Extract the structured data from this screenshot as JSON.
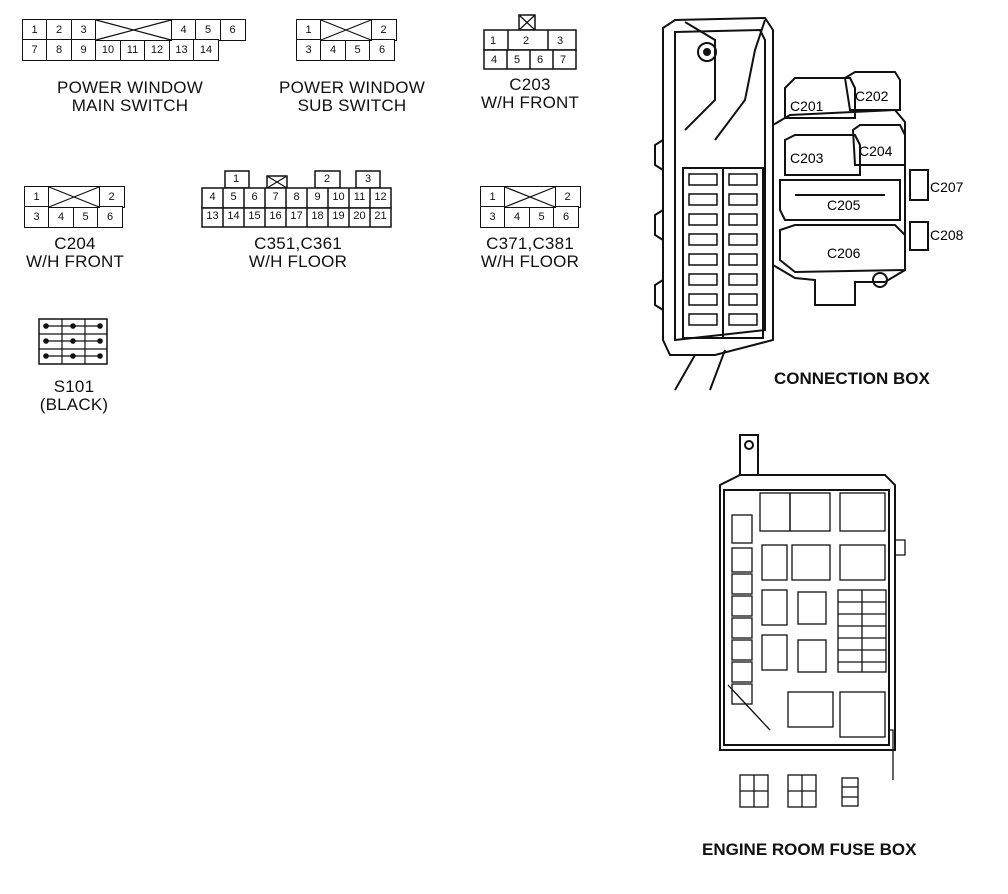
{
  "connectors": {
    "pw_main": {
      "row1": [
        "1",
        "2",
        "3",
        "",
        "4",
        "5",
        "6"
      ],
      "row2": [
        "7",
        "8",
        "9",
        "10",
        "11",
        "12",
        "13",
        "14"
      ],
      "label_line1": "POWER WINDOW",
      "label_line2": "MAIN SWITCH"
    },
    "pw_sub": {
      "row1": [
        "1",
        "",
        "2"
      ],
      "row2": [
        "3",
        "4",
        "5",
        "6"
      ],
      "label_line1": "POWER WINDOW",
      "label_line2": "SUB SWITCH"
    },
    "c203": {
      "row1": [
        "1",
        "2",
        "3"
      ],
      "row2": [
        "4",
        "5",
        "6",
        "7"
      ],
      "label_line1": "C203",
      "label_line2": "W/H FRONT"
    },
    "c204": {
      "row1": [
        "1",
        "",
        "2"
      ],
      "row2": [
        "3",
        "4",
        "5",
        "6"
      ],
      "label_line1": "C204",
      "label_line2": "W/H FRONT"
    },
    "c351": {
      "top": [
        "1",
        "",
        "2",
        "3"
      ],
      "row1": [
        "4",
        "5",
        "6",
        "7",
        "8",
        "9",
        "10",
        "11",
        "12"
      ],
      "row2": [
        "13",
        "14",
        "15",
        "16",
        "17",
        "18",
        "19",
        "20",
        "21"
      ],
      "label_line1": "C351,C361",
      "label_line2": "W/H FLOOR"
    },
    "c371": {
      "row1": [
        "1",
        "",
        "2"
      ],
      "row2": [
        "3",
        "4",
        "5",
        "6"
      ],
      "label_line1": "C371,C381",
      "label_line2": "W/H FLOOR"
    },
    "s101": {
      "label_line1": "S101",
      "label_line2": "(BLACK)"
    }
  },
  "connection_box": {
    "title": "CONNECTION BOX",
    "c201": "C201",
    "c202": "C202",
    "c203": "C203",
    "c204": "C204",
    "c205": "C205",
    "c206": "C206",
    "c207": "C207",
    "c208": "C208"
  },
  "engine_room": {
    "title": "ENGINE ROOM FUSE BOX"
  },
  "colors": {
    "line": "#111111",
    "background": "#ffffff"
  }
}
